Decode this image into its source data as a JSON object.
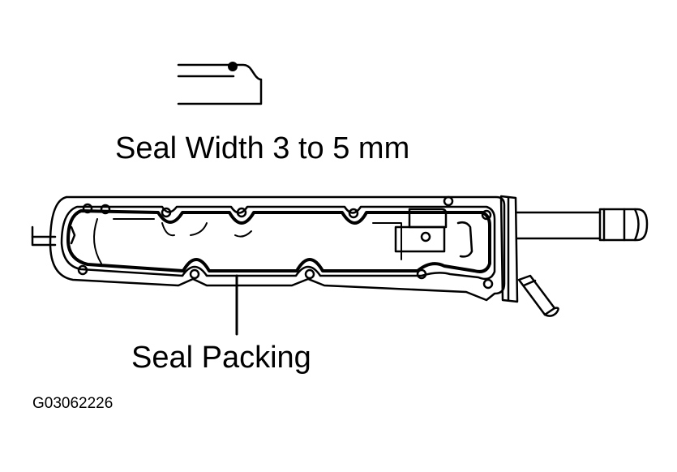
{
  "labels": {
    "seal_width": "Seal Width 3 to 5 mm",
    "seal_packing": "Seal Packing",
    "figure_code": "G03062226"
  },
  "colors": {
    "ink": "#000000",
    "paper": "#ffffff"
  }
}
